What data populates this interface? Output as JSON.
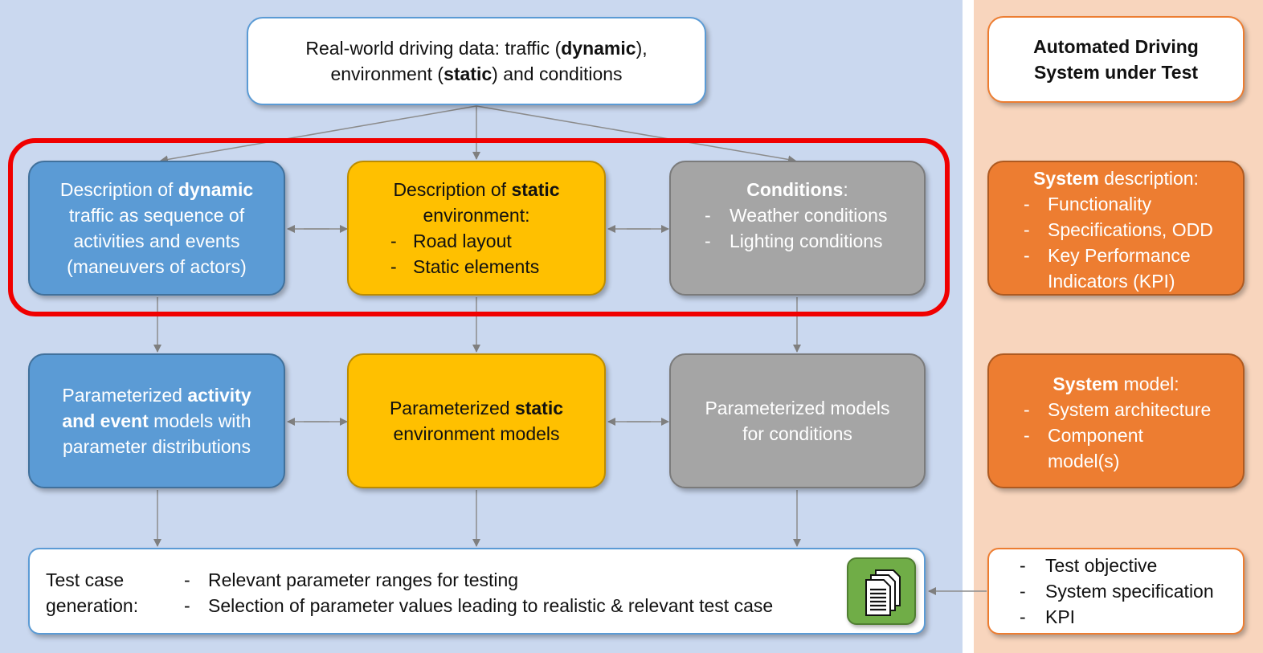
{
  "top": {
    "line1_pre": "Real-world driving data: traffic (",
    "line1_bold": "dynamic",
    "line1_post": "),",
    "line2_pre": "environment (",
    "line2_bold": "static",
    "line2_post": ") and conditions"
  },
  "dynamic_desc": {
    "line1_pre": "Description of ",
    "line1_bold": "dynamic",
    "line2": "traffic as sequence of",
    "line3": "activities and events",
    "line4": "(maneuvers of actors)"
  },
  "static_desc": {
    "line1_pre": "Description of ",
    "line1_bold": "static",
    "line2": "environment:",
    "dash": "-",
    "items": [
      "Road layout",
      "Static elements"
    ]
  },
  "conditions_desc": {
    "title_bold": "Conditions",
    "title_post": ":",
    "dash": "-",
    "items": [
      "Weather conditions",
      "Lighting conditions"
    ]
  },
  "param_activity": {
    "line1_pre": "Parameterized ",
    "line1_bold": "activity",
    "line2_bold": "and event",
    "line2_post": " models with",
    "line3": "parameter distributions"
  },
  "param_static": {
    "line1_pre": "Parameterized ",
    "line1_bold": "static",
    "line2": "environment models"
  },
  "param_conditions": {
    "line1": "Parameterized models",
    "line2": "for conditions"
  },
  "testcase": {
    "label1": "Test case",
    "label2": "generation:",
    "dash": "-",
    "items": [
      "Relevant parameter ranges for testing",
      "Selection of parameter values leading to realistic & relevant test case"
    ],
    "icon": "documents-icon"
  },
  "ads": {
    "line1": "Automated Driving",
    "line2": "System under Test"
  },
  "system_desc": {
    "title_bold": "System",
    "title_post": " description:",
    "dash": "-",
    "items": [
      "Functionality",
      "Specifications, ODD",
      "Key Performance",
      "Indicators (KPI)"
    ]
  },
  "system_model": {
    "title_bold": "System",
    "title_post": " model:",
    "dash": "-",
    "items": [
      "System architecture",
      "Component",
      "model(s)"
    ]
  },
  "test_inputs": {
    "dash": "-",
    "items": [
      "Test objective",
      "System specification",
      "KPI"
    ]
  },
  "colors": {
    "blue": "#5b9bd5",
    "yellow": "#ffc000",
    "gray": "#a5a5a5",
    "orange": "#ed7d31",
    "green": "#70ad47",
    "highlight": "#f00000",
    "left_bg": "#cad8ef",
    "right_bg": "#f8d5bd"
  }
}
